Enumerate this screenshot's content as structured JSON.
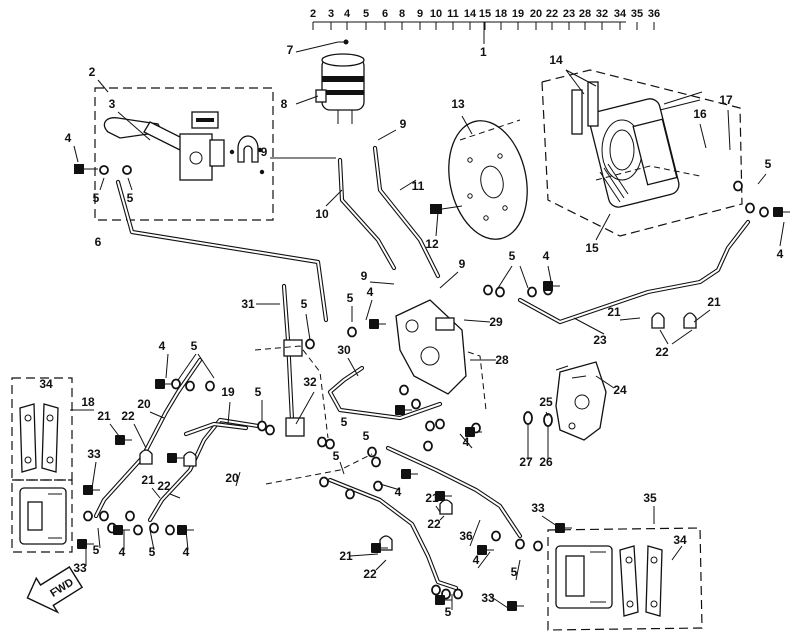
{
  "header_callout": {
    "label": "1",
    "numbers": [
      "2",
      "3",
      "4",
      "5",
      "6",
      "8",
      "9",
      "10",
      "11",
      "14",
      "15",
      "18",
      "19",
      "20",
      "22",
      "23",
      "28",
      "32",
      "34",
      "35",
      "36"
    ]
  },
  "parts": {
    "p2": "2",
    "p3": "3",
    "p4a": "4",
    "p5a": "5",
    "p5b": "5",
    "p6": "6",
    "p7": "7",
    "p8": "8",
    "p9a": "9",
    "p9b": "9",
    "p9c": "9",
    "p9d": "9",
    "p10": "10",
    "p11": "11",
    "p12": "12",
    "p13": "13",
    "p14": "14",
    "p15": "15",
    "p16": "16",
    "p17": "17",
    "p5c": "5",
    "p4b": "4",
    "p5d": "5",
    "p4c": "4",
    "p23": "23",
    "p21a": "21",
    "p21b": "21",
    "p22a": "22",
    "p31": "31",
    "p5e": "5",
    "p5f": "5",
    "p4d": "4",
    "p29": "29",
    "p28": "28",
    "p30": "30",
    "p24": "24",
    "p25": "25",
    "p27": "27",
    "p26": "26",
    "p4e": "4",
    "p5g": "5",
    "p32": "32",
    "p34a": "34",
    "p18": "18",
    "p20a": "20",
    "p19": "19",
    "p5h": "5",
    "p21c": "21",
    "p22b": "22",
    "p33a": "33",
    "p21d": "21",
    "p22c": "22",
    "p20b": "20",
    "p5i": "5",
    "p4f": "4",
    "p5j": "5",
    "p4g": "4",
    "p33b": "33",
    "p5k": "5",
    "p4h": "4",
    "p5l": "5",
    "p4i": "4",
    "p21e": "21",
    "p22d": "22",
    "p36": "36",
    "p21f": "21",
    "p22e": "22",
    "p33c": "33",
    "p35": "35",
    "p34b": "34",
    "p4j": "4",
    "p5m": "5",
    "p33d": "33",
    "p5n": "5",
    "p5o": "5"
  },
  "fwd_label": "FWD"
}
